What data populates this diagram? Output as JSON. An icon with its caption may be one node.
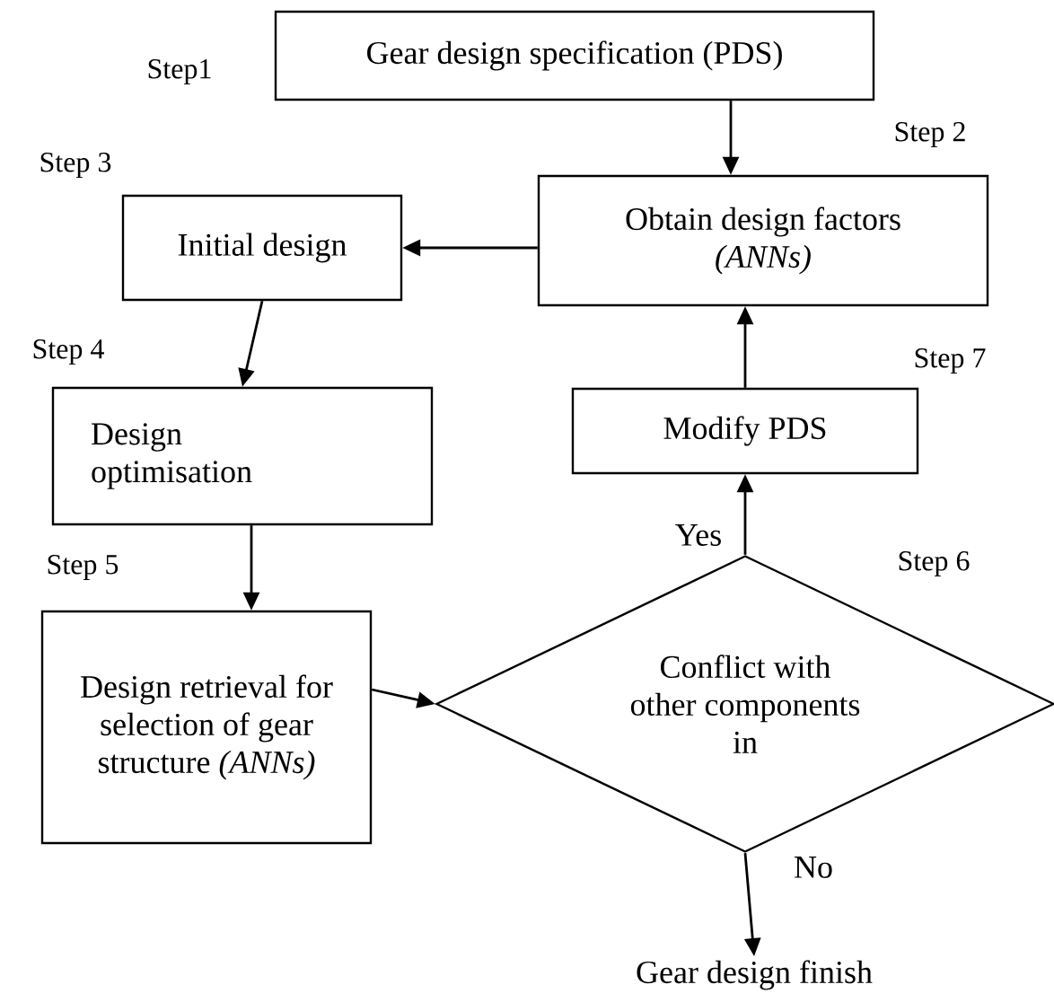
{
  "diagram": {
    "nodes": [
      {
        "text": [
          "Gear design specification (PDS)"
        ],
        "beside": [
          "Step1"
        ]
      },
      {
        "text": [
          "Obtain design factors *(ANNs)*"
        ],
        "beside": [
          "Step 2"
        ]
      },
      {
        "text": [
          "Initial design"
        ],
        "beside": [
          "Step 3"
        ]
      },
      {
        "text": [
          "Design optimisation"
        ],
        "beside": [
          "Step 4"
        ]
      },
      {
        "text": [
          "Modify PDS"
        ],
        "beside": [
          "Step 7"
        ]
      },
      {
        "text": [
          "Design retrieval for selection of gear structure *(ANNs)*"
        ],
        "beside": [
          "Step 5"
        ]
      },
      {
        "text": [
          "Conflict with other components in"
        ],
        "beside": [
          "Step 6"
        ]
      },
      {
        "text": [
          "Gear design finish"
        ]
      }
    ],
    "edges": [
      {
        "from": 0,
        "to": 1,
        "arrow": "to"
      },
      {
        "from": 1,
        "to": 2,
        "arrow": "to"
      },
      {
        "from": 2,
        "to": 3,
        "arrow": "to"
      },
      {
        "from": 3,
        "to": 5,
        "arrow": "to"
      },
      {
        "from": 5,
        "to": 6,
        "arrow": "to"
      },
      {
        "from": 6,
        "to": 4,
        "arrow": "to",
        "label": "Yes"
      },
      {
        "from": 4,
        "to": 1,
        "arrow": "to"
      },
      {
        "from": 6,
        "to": 7,
        "arrow": "to",
        "label": "No"
      }
    ]
  }
}
